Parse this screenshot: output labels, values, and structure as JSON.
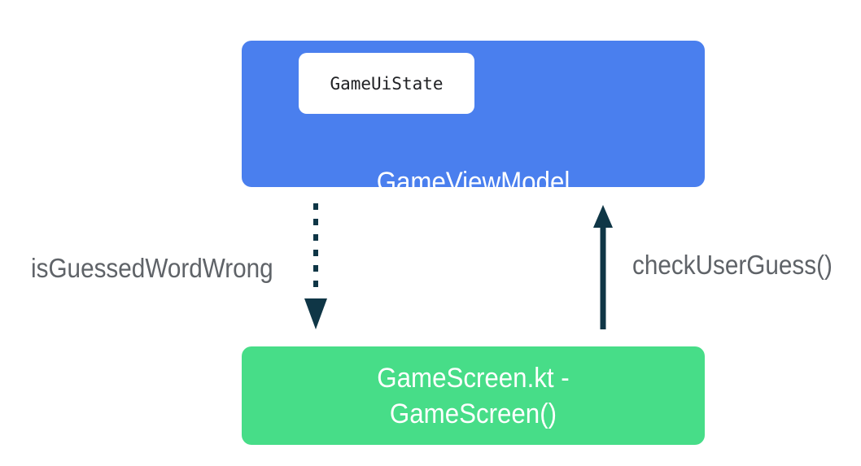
{
  "colors": {
    "viewmodel_fill": "#4a7fee",
    "state_fill": "#ffffff",
    "screen_fill": "#47dd88",
    "arrow": "#0f3646",
    "label_text": "#5f6368"
  },
  "nodes": {
    "state": {
      "label": "GameUiState"
    },
    "viewmodel": {
      "label": "GameViewModel"
    },
    "screen": {
      "line1": "GameScreen.kt -",
      "line2": "GameScreen()"
    }
  },
  "edges": {
    "event_down": {
      "label": "isGuessedWordWrong",
      "style": "dotted"
    },
    "call_up": {
      "label": "checkUserGuess()",
      "style": "solid"
    }
  }
}
